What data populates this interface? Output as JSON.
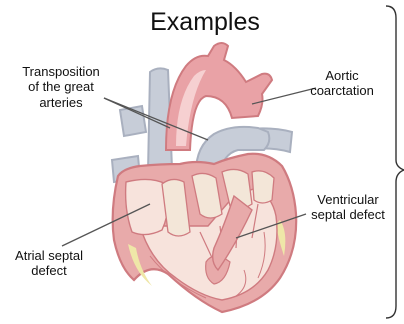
{
  "title": "Examples",
  "labels": {
    "tga": "Transposition\nof the great\narteries",
    "coarctation": "Aortic\ncoarctation",
    "vsd": "Ventricular\nseptal defect",
    "asd": "Atrial septal\ndefect"
  },
  "colors": {
    "artery": "#e9a2a6",
    "artery_highlight": "#f6d0d1",
    "vein": "#c7cdd8",
    "vein_dark": "#a9b0bf",
    "myocardium": "#e8aaaa",
    "myocardium_dark": "#cf7b80",
    "chamber_interior": "#f7e3dc",
    "valve": "#f3e6d8",
    "fat": "#efe7a8",
    "leader_line": "#555555",
    "bracket": "#333333"
  }
}
